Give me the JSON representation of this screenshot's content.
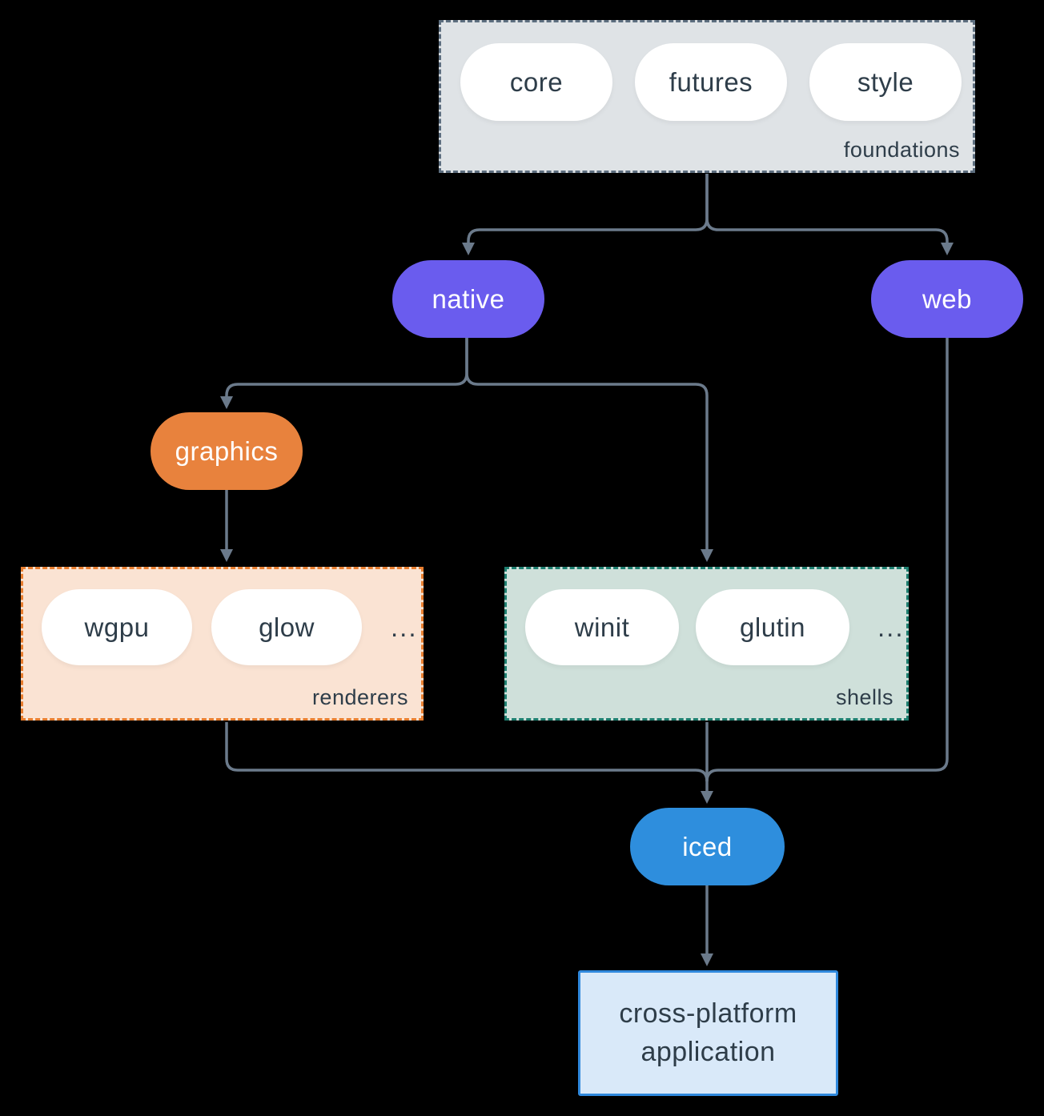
{
  "diagram": {
    "foundations": {
      "label": "foundations",
      "pills": [
        "core",
        "futures",
        "style"
      ]
    },
    "native": {
      "label": "native"
    },
    "web": {
      "label": "web"
    },
    "graphics": {
      "label": "graphics"
    },
    "renderers": {
      "label": "renderers",
      "pills": [
        "wgpu",
        "glow",
        "..."
      ]
    },
    "shells": {
      "label": "shells",
      "pills": [
        "winit",
        "glutin",
        "..."
      ]
    },
    "iced": {
      "label": "iced"
    },
    "application": {
      "label": "cross-platform application"
    }
  },
  "colors": {
    "background": "#000000",
    "arrow": "#6b7a8b",
    "node_purple": "#6a5cee",
    "node_orange": "#e8823d",
    "node_blue": "#2e8edd",
    "foundations_fill": "#dfe3e6",
    "foundations_border": "#5d6e7f",
    "renderers_fill": "#fae3d3",
    "renderers_border": "#e87e2f",
    "shells_fill": "#cfe0da",
    "shells_border": "#1e7f70",
    "application_fill": "#d9e9f9",
    "application_border": "#3089dd",
    "text_dark": "#2e3d49"
  }
}
